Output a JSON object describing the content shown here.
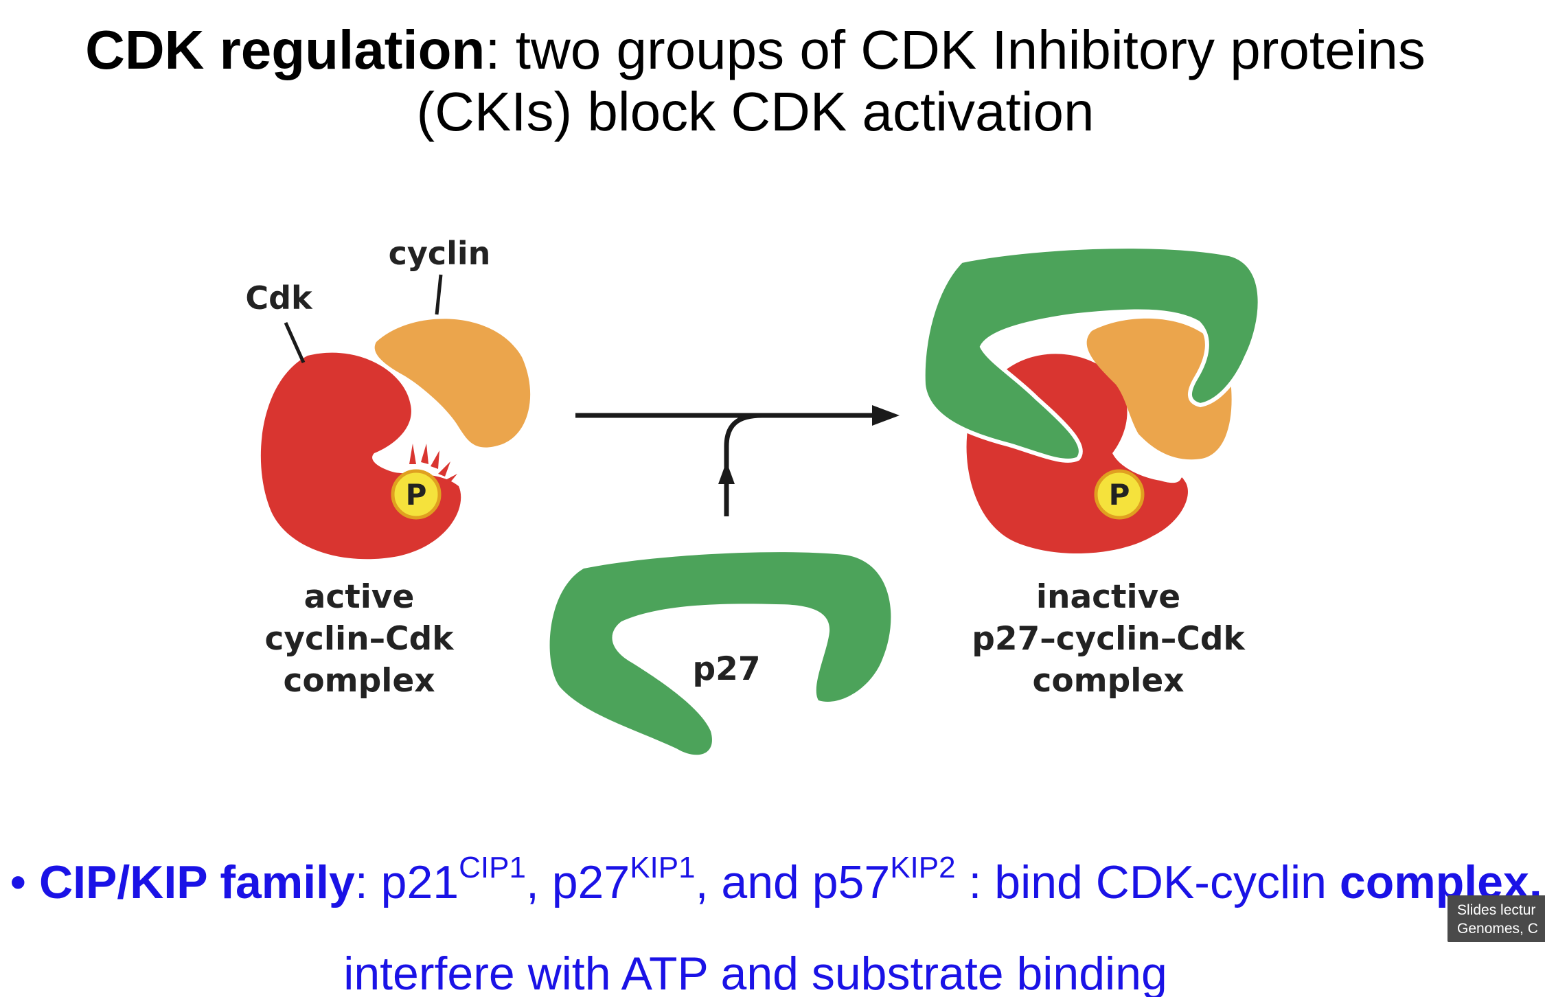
{
  "title": {
    "bold": "CDK regulation",
    "rest_line1": ": two groups of CDK Inhibitory proteins",
    "line2": "(CKIs) block CDK activation"
  },
  "diagram": {
    "label_cdk": "Cdk",
    "label_cyclin": "cyclin",
    "phospho_label": "P",
    "phospho_label_right": "P",
    "left_caption": [
      "active",
      "cyclin–Cdk",
      "complex"
    ],
    "right_caption": [
      "inactive",
      "p27–cyclin–Cdk",
      "complex"
    ],
    "inhibitor_label": "p27",
    "colors": {
      "cdk": "#d93530",
      "cyclin": "#eba54c",
      "inhibitor": "#4ca35a",
      "phosphate": "#f5e23c",
      "arrow": "#1a1a1a"
    }
  },
  "bottom": {
    "bullet": "•",
    "family_bold": "CIP/KIP family",
    "colon": ": ",
    "p21": "p21",
    "p21_sup": "CIP1",
    "sep1": ", ",
    "p27": "p27",
    "p27_sup": "KIP1",
    "sep2": ", and ",
    "p57": "p57",
    "p57_sup": "KIP2",
    "tail": " : bind CDK-cyclin ",
    "complex_bold": "complex,",
    "line2": "interfere with ATP and substrate binding",
    "color": "#1a12e6"
  },
  "tooltip": {
    "line1": "Slides lectur",
    "line2": "Genomes, C"
  }
}
